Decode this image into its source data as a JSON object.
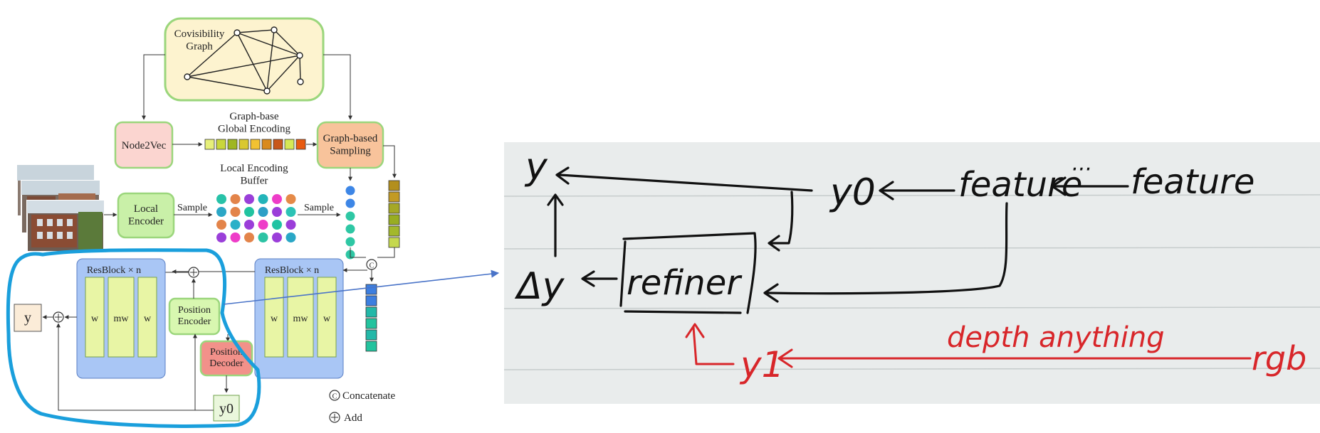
{
  "left_diagram": {
    "covisibility_graph_label": "Covisibility\nGraph",
    "node2vec_label": "Node2Vec",
    "global_encoding_label": "Graph-base\nGlobal Encoding",
    "graph_sampling_label": "Graph-based\nSampling",
    "local_buffer_label": "Local Encoding\nBuffer",
    "local_encoder_label": "Local\nEncoder",
    "sample_label_1": "Sample",
    "sample_label_2": "Sample",
    "resblock_left_label": "ResBlock × n",
    "resblock_right_label": "ResBlock × n",
    "w_label": "w",
    "mw_label": "mw",
    "position_encoder_label": "Position\nEncoder",
    "position_decoder_label": "Position\nDecoder",
    "y_label": "y",
    "y0_label": "y0",
    "concat_symbol": "C",
    "legend_concatenate": "Concatenate",
    "legend_add": "Add",
    "global_encoding_colors": [
      "#e6ef7a",
      "#c9d63b",
      "#9fb621",
      "#d9c830",
      "#f2c232",
      "#d98a1e",
      "#c8571a",
      "#d6e855",
      "#e85a10"
    ],
    "buffer_dot_colors": [
      [
        "#28c2a8",
        "#e3844a",
        "#9a3fd9",
        "#23b4b9",
        "#ee3cc8",
        "#e58a48"
      ],
      [
        "#2ca7c6",
        "#e3844a",
        "#22c3a0",
        "#2d9fc6",
        "#9b3ed9",
        "#2cc3b6"
      ],
      [
        "#e3844a",
        "#2ab0c8",
        "#9b3ed9",
        "#ee3cc8",
        "#21c3a3",
        "#9b3ed9"
      ],
      [
        "#9a3fd9",
        "#ee3cc8",
        "#e3844a",
        "#2cc3a4",
        "#9b3ed9",
        "#2aa7c6"
      ]
    ],
    "sampled_dot_colors": [
      "#3d86e6",
      "#3d86e6",
      "#2ec7a4",
      "#2ec7a4",
      "#2ec7a4",
      "#2ec7a4"
    ],
    "sampled_global_colors": [
      "#b38f1d",
      "#c29a24",
      "#a5a826",
      "#98ad22",
      "#a3b82c",
      "#c5d84f"
    ],
    "concat_stack_colors": [
      "#3d7fe0",
      "#3d7fe0",
      "#23b8a8",
      "#23c39e",
      "#23b8a8",
      "#23c39e"
    ]
  },
  "sketch": {
    "y": "y",
    "y0": "y0",
    "feature_1": "feature",
    "dots": "···",
    "feature_2": "feature",
    "delta_y": "Δy",
    "refiner": "refiner",
    "y1": "y1",
    "depth_anything": "depth anything",
    "rgb": "rgb"
  },
  "colors": {
    "sketch_ink": "#111111",
    "sketch_red": "#d8262a",
    "highlight_blue": "#1a9fdc",
    "connector_blue": "#4a74c8",
    "paper_bg": "#e9ecec",
    "paper_line": "#c6cccc"
  }
}
